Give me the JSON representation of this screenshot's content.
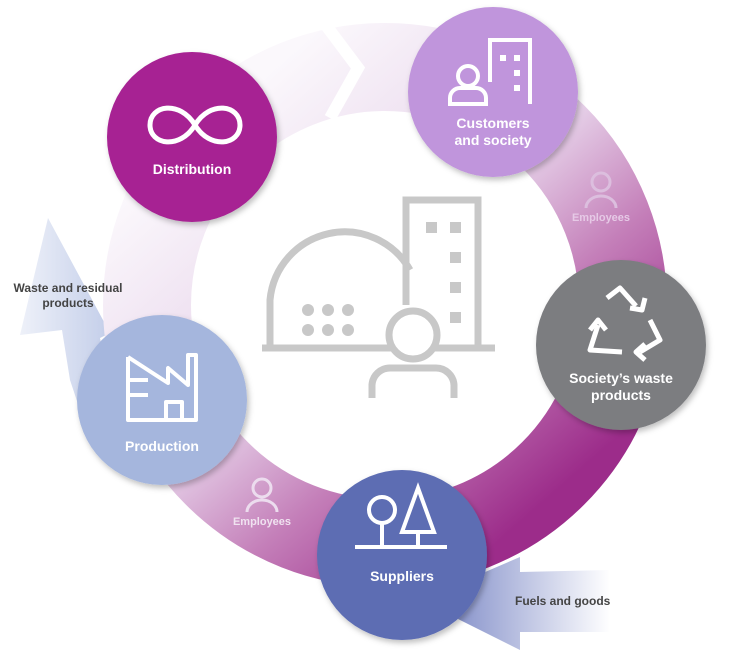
{
  "nodes": {
    "distribution": {
      "label": "Distribution",
      "icon": "infinity-icon",
      "color": "#a72493"
    },
    "customers": {
      "label_line1": "Customers",
      "label_line2": "and society",
      "icon": "person-building-icon",
      "color": "#c095dc"
    },
    "society_waste": {
      "label_line1": "Society’s waste",
      "label_line2": "products",
      "icon": "recycle-icon",
      "color": "#7c7d80"
    },
    "suppliers": {
      "label": "Suppliers",
      "icon": "trees-icon",
      "color": "#5d6db3"
    },
    "production": {
      "label": "Production",
      "icon": "factory-icon",
      "color": "#a5b6dd"
    }
  },
  "ring_labels": {
    "employees_right": "Employees",
    "employees_left": "Employees"
  },
  "external": {
    "waste_line1": "Waste and residual",
    "waste_line2": "products",
    "fuels": "Fuels and goods"
  },
  "colors": {
    "ring_light": "#f4eef7",
    "ring_dark": "#9c2c8a",
    "arrow_blue": "#7e8cc8",
    "center_icon": "#c8c8c8"
  }
}
